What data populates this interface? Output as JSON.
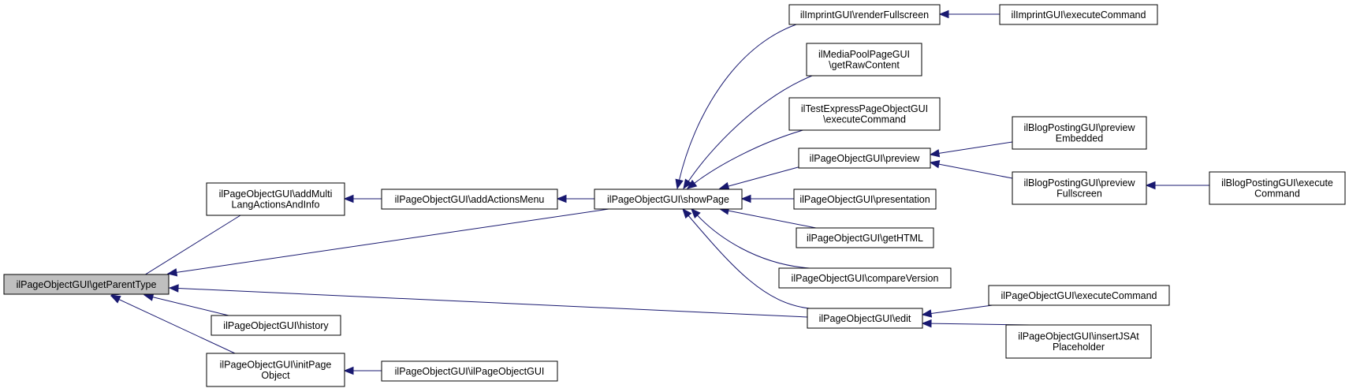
{
  "diagram": {
    "edge_color": "#191970",
    "root_fill": "#bfbfbf",
    "node_fill": "#ffffff",
    "nodes": [
      {
        "id": "getParentType",
        "lines": [
          "ilPageObjectGUI\\getParentType"
        ],
        "root": true
      },
      {
        "id": "addMultiLang",
        "lines": [
          "ilPageObjectGUI\\addMulti",
          "LangActionsAndInfo"
        ]
      },
      {
        "id": "history",
        "lines": [
          "ilPageObjectGUI\\history"
        ]
      },
      {
        "id": "initPageObject",
        "lines": [
          "ilPageObjectGUI\\initPage",
          "Object"
        ]
      },
      {
        "id": "addActionsMenu",
        "lines": [
          "ilPageObjectGUI\\addActionsMenu"
        ]
      },
      {
        "id": "ctor",
        "lines": [
          "ilPageObjectGUI\\ilPageObjectGUI"
        ]
      },
      {
        "id": "showPage",
        "lines": [
          "ilPageObjectGUI\\showPage"
        ]
      },
      {
        "id": "imprintRender",
        "lines": [
          "ilImprintGUI\\renderFullscreen"
        ]
      },
      {
        "id": "mediaPool",
        "lines": [
          "ilMediaPoolPageGUI",
          "\\getRawContent"
        ]
      },
      {
        "id": "testExpress",
        "lines": [
          "ilTestExpressPageObjectGUI",
          "\\executeCommand"
        ]
      },
      {
        "id": "preview",
        "lines": [
          "ilPageObjectGUI\\preview"
        ]
      },
      {
        "id": "presentation",
        "lines": [
          "ilPageObjectGUI\\presentation"
        ]
      },
      {
        "id": "getHTML",
        "lines": [
          "ilPageObjectGUI\\getHTML"
        ]
      },
      {
        "id": "compareVersion",
        "lines": [
          "ilPageObjectGUI\\compareVersion"
        ]
      },
      {
        "id": "edit",
        "lines": [
          "ilPageObjectGUI\\edit"
        ]
      },
      {
        "id": "imprintExec",
        "lines": [
          "ilImprintGUI\\executeCommand"
        ]
      },
      {
        "id": "blogPrevEmb",
        "lines": [
          "ilBlogPostingGUI\\preview",
          "Embedded"
        ]
      },
      {
        "id": "blogPrevFull",
        "lines": [
          "ilBlogPostingGUI\\preview",
          "Fullscreen"
        ]
      },
      {
        "id": "pageExec",
        "lines": [
          "ilPageObjectGUI\\executeCommand"
        ]
      },
      {
        "id": "insertJS",
        "lines": [
          "ilPageObjectGUI\\insertJSAt",
          "Placeholder"
        ]
      },
      {
        "id": "blogExec",
        "lines": [
          "ilBlogPostingGUI\\execute",
          "Command"
        ]
      }
    ],
    "edges": [
      {
        "from": "addMultiLang",
        "to": "getParentType"
      },
      {
        "from": "showPage",
        "to": "getParentType"
      },
      {
        "from": "edit",
        "to": "getParentType"
      },
      {
        "from": "history",
        "to": "getParentType"
      },
      {
        "from": "initPageObject",
        "to": "getParentType"
      },
      {
        "from": "addActionsMenu",
        "to": "addMultiLang"
      },
      {
        "from": "showPage",
        "to": "addActionsMenu"
      },
      {
        "from": "ctor",
        "to": "initPageObject"
      },
      {
        "from": "imprintRender",
        "to": "showPage"
      },
      {
        "from": "mediaPool",
        "to": "showPage"
      },
      {
        "from": "testExpress",
        "to": "showPage"
      },
      {
        "from": "preview",
        "to": "showPage"
      },
      {
        "from": "presentation",
        "to": "showPage"
      },
      {
        "from": "getHTML",
        "to": "showPage"
      },
      {
        "from": "compareVersion",
        "to": "showPage"
      },
      {
        "from": "edit",
        "to": "showPage"
      },
      {
        "from": "imprintExec",
        "to": "imprintRender"
      },
      {
        "from": "blogPrevEmb",
        "to": "preview"
      },
      {
        "from": "blogPrevFull",
        "to": "preview"
      },
      {
        "from": "blogExec",
        "to": "blogPrevFull"
      },
      {
        "from": "pageExec",
        "to": "edit"
      },
      {
        "from": "insertJS",
        "to": "edit"
      }
    ]
  }
}
